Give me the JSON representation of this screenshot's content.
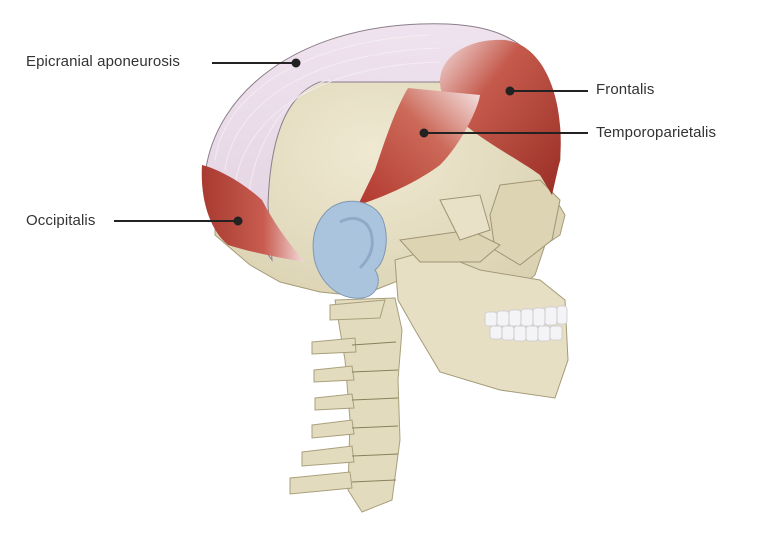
{
  "diagram": {
    "subject": "Lateral view of skull with scalp muscles",
    "labels": [
      {
        "id": "epicranial",
        "text": "Epicranial aponeurosis",
        "side": "left"
      },
      {
        "id": "frontalis",
        "text": "Frontalis",
        "side": "right"
      },
      {
        "id": "temporoparietalis",
        "text": "Temporoparietalis",
        "side": "right"
      },
      {
        "id": "occipitalis",
        "text": "Occipitalis",
        "side": "left"
      }
    ]
  },
  "colors": {
    "muscle": "#b8453a",
    "muscle_dark": "#9c3028",
    "aponeurosis": "#e9dbe8",
    "bone": "#e6dfc4",
    "bone_shadow": "#c9bf9c",
    "ear": "#a9c2dc",
    "teeth": "#f4f4f6",
    "leader_line": "#222222",
    "label_text": "#333333"
  }
}
